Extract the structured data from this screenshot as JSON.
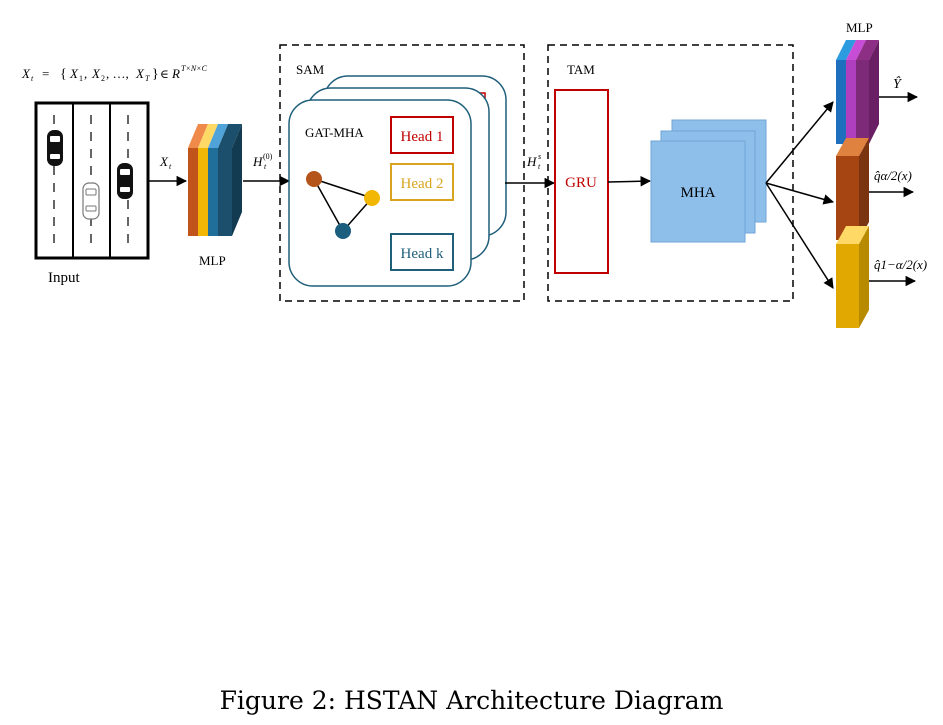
{
  "input": {
    "formula": "X_t = {X_1, X_2, ..., X_T} ∈ R^(T×N×C)",
    "label": "Input"
  },
  "mlp_in": {
    "label": "MLP"
  },
  "edges": {
    "xt": "X_t",
    "h0": "H_t^(0)",
    "hs": "H_t^s"
  },
  "sam": {
    "title": "SAM",
    "gat_label": "GAT-MHA",
    "heads": [
      "Head 1",
      "Head 2",
      "Head k"
    ],
    "colors": {
      "head1": "#c00000",
      "head2": "#d9a520",
      "headk": "#1f5f7a"
    }
  },
  "tam": {
    "title": "TAM",
    "gru": "GRU",
    "mha": "MHA"
  },
  "mlp_out": {
    "label": "MLP"
  },
  "outputs": [
    "Ŷ",
    "q̂α/2(x)",
    "q̂1−α/2(x)"
  ],
  "node_colors": {
    "orange": "#b5541a",
    "yellow": "#f2b705",
    "teal": "#1b5e7d"
  },
  "caption": "Figure 2: HSTAN Architecture Diagram"
}
